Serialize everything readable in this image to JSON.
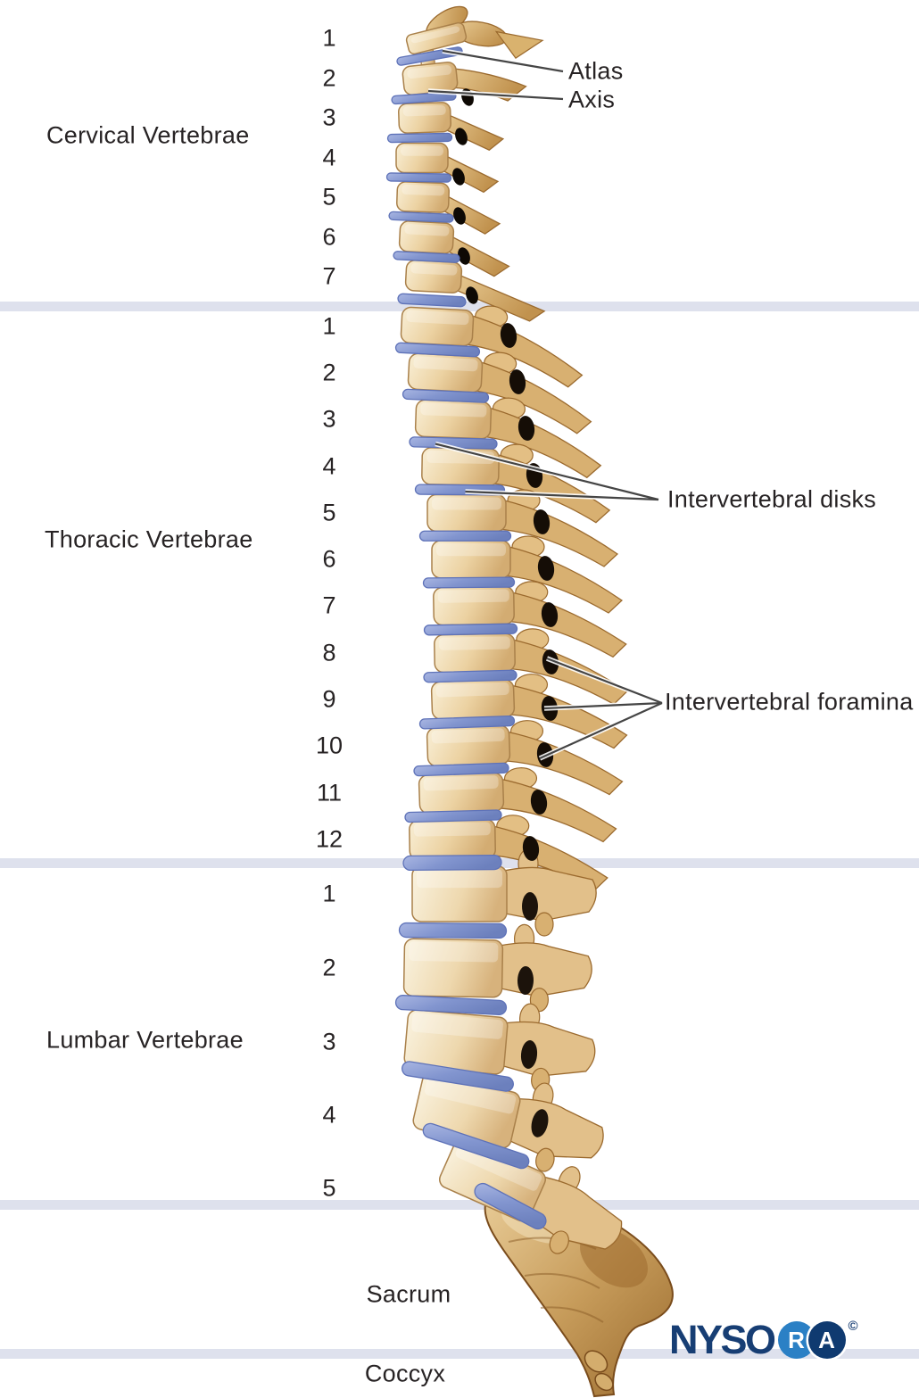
{
  "title": "Vertebral column (lateral view) diagram",
  "regions": {
    "cervical": {
      "label": "Cervical Vertebrae",
      "numbers": [
        "1",
        "2",
        "3",
        "4",
        "5",
        "6",
        "7"
      ]
    },
    "thoracic": {
      "label": "Thoracic Vertebrae",
      "numbers": [
        "1",
        "2",
        "3",
        "4",
        "5",
        "6",
        "7",
        "8",
        "9",
        "10",
        "11",
        "12"
      ]
    },
    "lumbar": {
      "label": "Lumbar Vertebrae",
      "numbers": [
        "1",
        "2",
        "3",
        "4",
        "5"
      ]
    },
    "sacrum": {
      "label": "Sacrum"
    },
    "coccyx": {
      "label": "Coccyx"
    }
  },
  "annotations": {
    "atlas": "Atlas",
    "axis": "Axis",
    "disks": "Intervertebral disks",
    "foramina": "Intervertebral foramina"
  },
  "logo": {
    "wordmark": "NYSO",
    "badge_r": "R",
    "badge_a": "A",
    "copyright": "©"
  },
  "colors": {
    "text": "#272324",
    "divider_band": "#dee1ed",
    "disk_blue": "#8b9dd6",
    "disk_edge": "#5e72b8",
    "bone_light": "#f7ecd2",
    "bone_mid": "#e9cf9e",
    "bone_shadow": "#b3874a",
    "process_tan": "#d8b071",
    "foramen_dark": "#150d06",
    "leader_line": "#454545",
    "logo_navy": "#173e74",
    "logo_blue": "#2b80c5"
  }
}
